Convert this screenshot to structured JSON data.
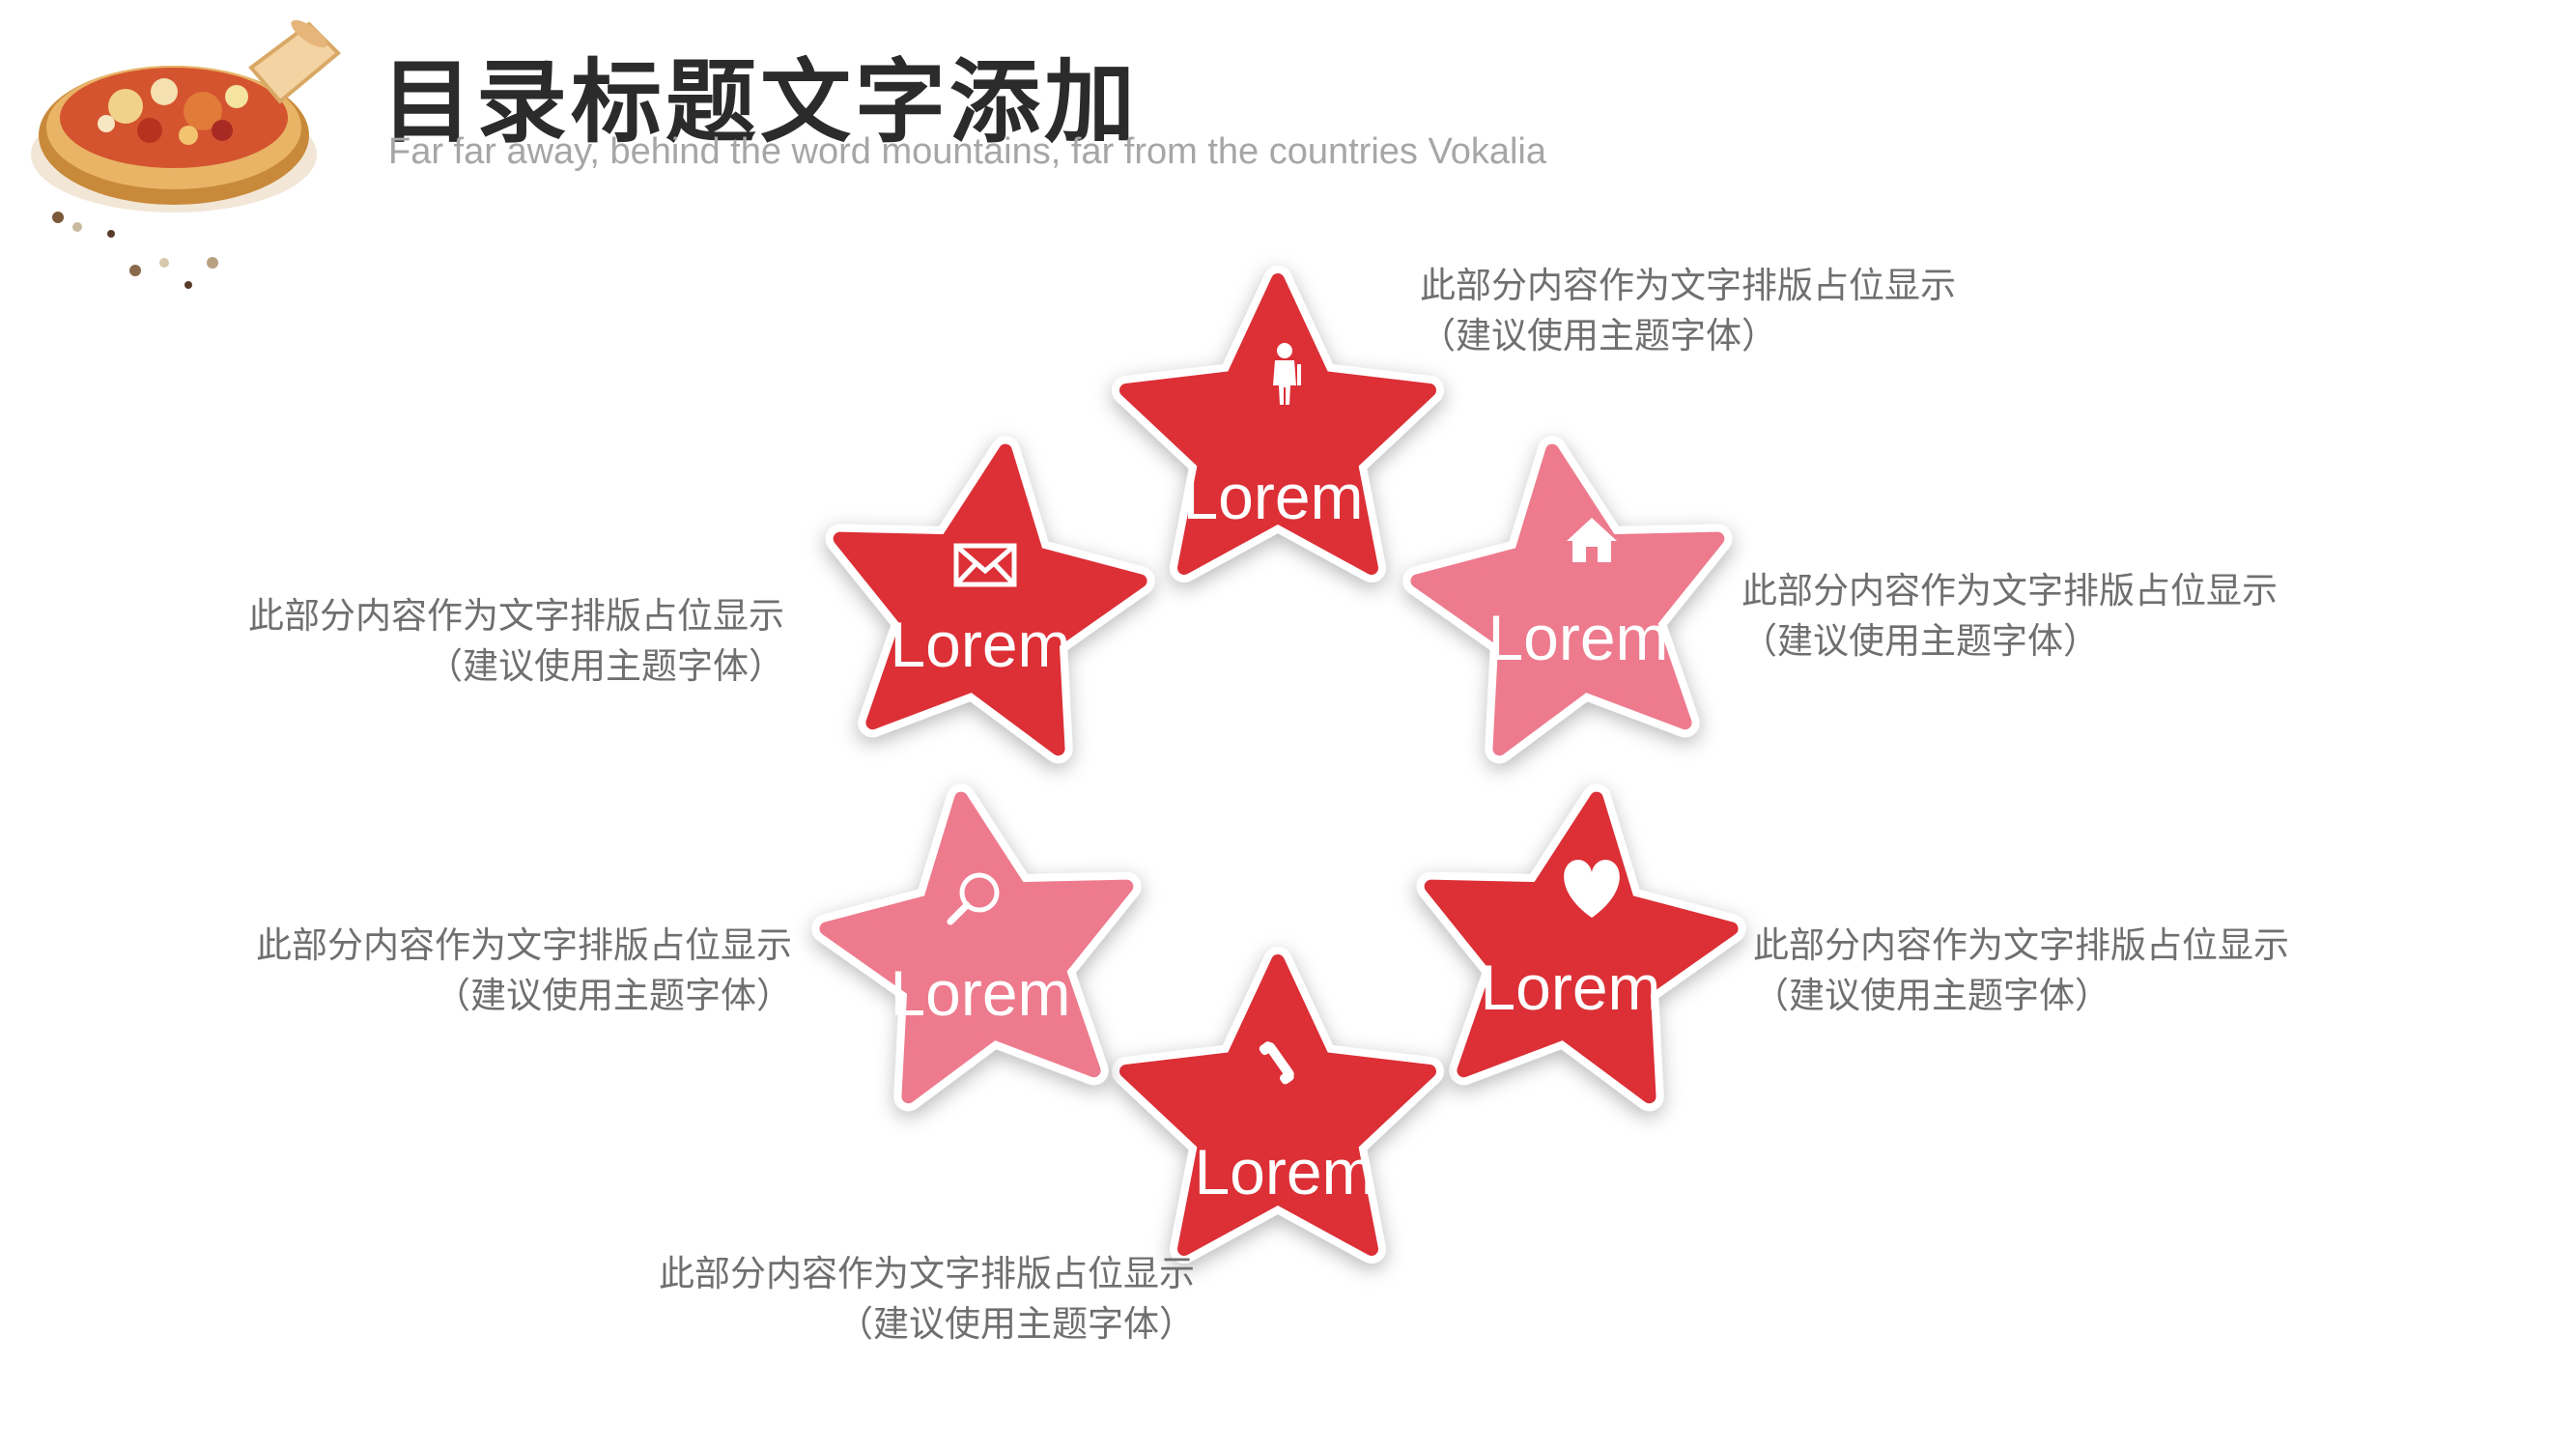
{
  "header": {
    "title": "目录标题文字添加",
    "subtitle": "Far far away, behind the word mountains, far from the countries Vokalia"
  },
  "colors": {
    "red": "#dc2f36",
    "pink": "#ee7a8d"
  },
  "items": [
    {
      "label": "Lorem",
      "icon": "person-icon",
      "color": "#dc2f36",
      "desc_line1": "此部分内容作为文字排版占位显示",
      "desc_line2": "（建议使用主题字体）"
    },
    {
      "label": "Lorem",
      "icon": "home-icon",
      "color": "#ee7a8d",
      "desc_line1": "此部分内容作为文字排版占位显示",
      "desc_line2": "（建议使用主题字体）"
    },
    {
      "label": "Lorem",
      "icon": "heart-icon",
      "color": "#dc2f36",
      "desc_line1": "此部分内容作为文字排版占位显示",
      "desc_line2": "（建议使用主题字体）"
    },
    {
      "label": "Lorem",
      "icon": "phone-icon",
      "color": "#dc2f36",
      "desc_line1": "此部分内容作为文字排版占位显示",
      "desc_line2": "（建议使用主题字体）"
    },
    {
      "label": "Lorem",
      "icon": "search-icon",
      "color": "#ee7a8d",
      "desc_line1": "此部分内容作为文字排版占位显示",
      "desc_line2": "（建议使用主题字体）"
    },
    {
      "label": "Lorem",
      "icon": "envelope-icon",
      "color": "#dc2f36",
      "desc_line1": "此部分内容作为文字排版占位显示",
      "desc_line2": "（建议使用主题字体）"
    }
  ]
}
